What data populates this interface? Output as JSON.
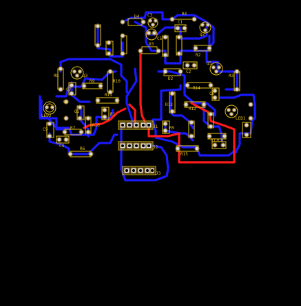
{
  "designators": {
    "R4": "R4",
    "C1": "C1",
    "Q2": "Q2",
    "D4": "D4",
    "D3": "D3",
    "C3": "C3",
    "C5": "C5",
    "R2": "R2",
    "C2": "C2",
    "D2": "D2",
    "Q5": "Q5",
    "R3": "R3",
    "R8": "R8",
    "R9": "R9",
    "R10": "R10",
    "C7": "C7",
    "Q4": "Q4",
    "LED2": "LED2",
    "R7": "R7",
    "Q3": "Q3",
    "C4": "C4",
    "R6": "R6",
    "R11": "R11",
    "R14": "R14",
    "R13": "R13",
    "R12": "R12",
    "C6": "C6",
    "LED1": "LED1",
    "R17C8": "R17C8",
    "R15": "R15",
    "J1": "J1",
    "J2": "J2",
    "J3": "J3",
    "R5": "R5",
    "C9": "C9",
    "R1": "R1",
    "R16": "R16",
    "Q1": "Q1"
  },
  "colors": {
    "background": "#000000",
    "top_trace": "#ff1a1a",
    "bottom_trace": "#1a1aff",
    "silkscreen": "#e8c31a",
    "pad": "#d9d9d9"
  }
}
